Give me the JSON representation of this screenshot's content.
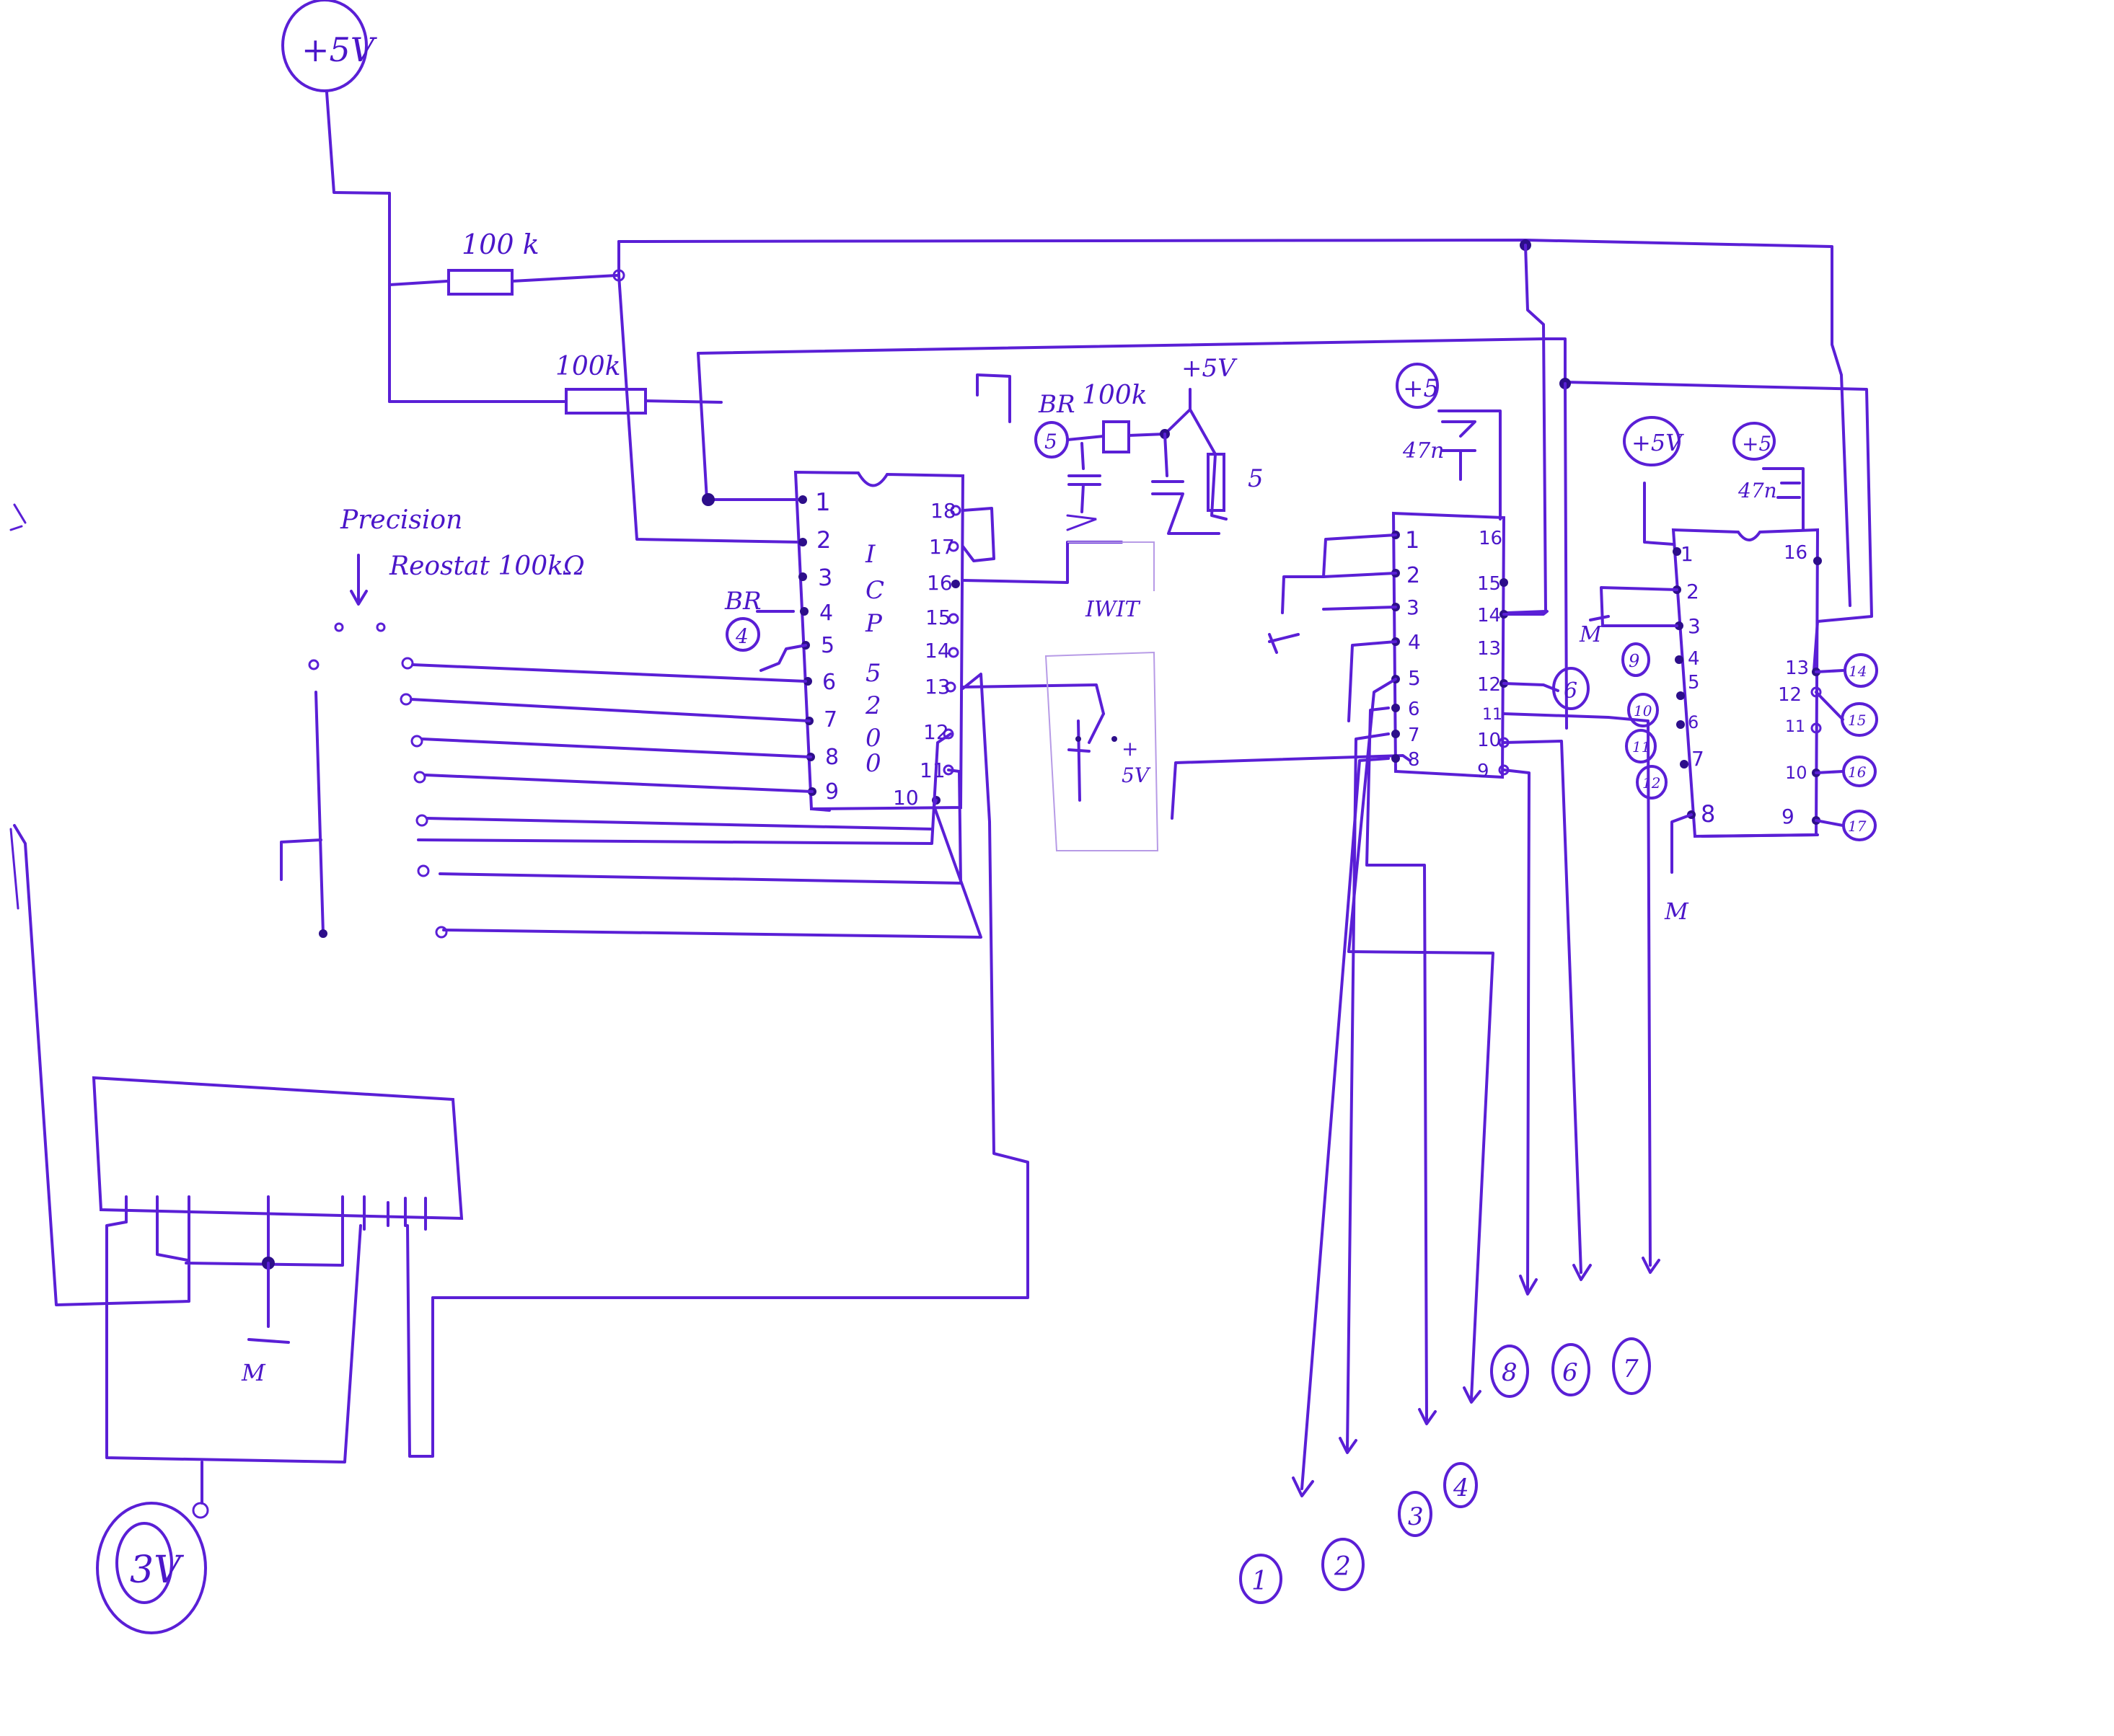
{
  "supply": {
    "top": "+5V",
    "chip3": "+5",
    "chip4_left": "+5V",
    "chip4_right": "+5"
  },
  "resistors": {
    "r1": "100 k",
    "r2": "100k",
    "r3": "100k"
  },
  "labels": {
    "precision": "Precision",
    "reostat": "Reostat 100kΩ",
    "br1": "BR",
    "br1_num": "4",
    "br2": "BR",
    "br2_num": "5",
    "plus5v_osc": "+5V",
    "osc_num": "5",
    "switch_plus": "+",
    "switch_5v": "5V",
    "cap3": "47n",
    "cap4": "47n",
    "out_6": "6",
    "out_14": "14",
    "out_15": "15",
    "out_16": "16",
    "out_17": "17",
    "bottom_circle": "3V"
  },
  "chip1": {
    "name": "ICP 5200",
    "letters": [
      "I",
      "C",
      "P",
      "5",
      "2",
      "0",
      "0"
    ],
    "left_pins": [
      "1",
      "2",
      "3",
      "4",
      "5",
      "6",
      "7",
      "8",
      "9"
    ],
    "right_pins": [
      "18",
      "17",
      "16",
      "15",
      "14",
      "13",
      "12",
      "11",
      "10"
    ]
  },
  "chip2": {
    "left_pins": [
      "1",
      "2",
      "3",
      "4",
      "5",
      "6",
      "7",
      "8"
    ],
    "right_pins": [
      "16",
      "15",
      "14",
      "13",
      "12",
      "11",
      "10",
      "9"
    ]
  },
  "chip3": {
    "left_pins": [
      "1",
      "2",
      "3",
      "4",
      "5",
      "6",
      "7",
      "8"
    ],
    "right_pins": [
      "16",
      "13",
      "12",
      "11",
      "10",
      "9"
    ],
    "left_circles": [
      "9",
      "10",
      "11",
      "12"
    ],
    "right_circles": [
      "14",
      "15",
      "16",
      "17"
    ]
  },
  "outputs_low": [
    "1",
    "2",
    "3",
    "4"
  ],
  "outputs_high": [
    "8",
    "6",
    "7"
  ],
  "ground_label": "M"
}
